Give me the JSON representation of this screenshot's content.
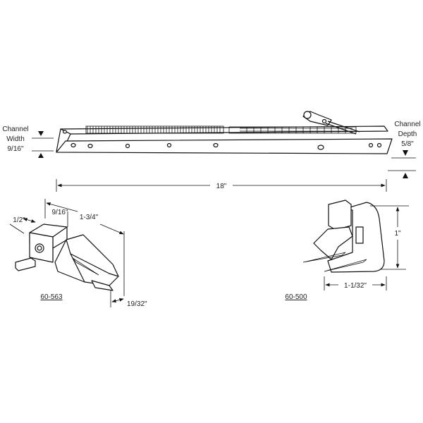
{
  "balance": {
    "channel_width_label": [
      "Channel",
      "Width",
      "9/16\""
    ],
    "channel_depth_label": [
      "Channel",
      "Depth",
      "5/8\""
    ],
    "length_label": "18\""
  },
  "shoe_563": {
    "part_number": "60-563",
    "dims": {
      "a": "1/2\"",
      "b": "9/16\"",
      "c": "1-3/4\"",
      "d": "19/32\""
    }
  },
  "shoe_500": {
    "part_number": "60-500",
    "dims": {
      "height": "1\"",
      "width": "1-1/32\""
    }
  }
}
